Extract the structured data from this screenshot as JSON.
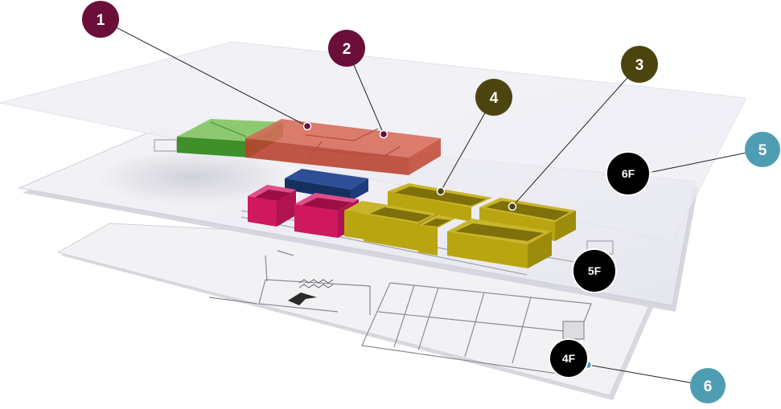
{
  "floors": {
    "upper": "6F",
    "middle": "5F",
    "lower": "4F"
  },
  "callouts": {
    "c1": "1",
    "c2": "2",
    "c3": "3",
    "c4": "4",
    "c5": "5",
    "c6": "6"
  },
  "colors": {
    "callout_maroon": "#6b0f3a",
    "callout_olive": "#4d4510",
    "callout_teal": "#4f9db3",
    "zone_green": "#5a9e3c",
    "zone_red": "#c8523f",
    "zone_navy": "#1e3a7a",
    "zone_magenta": "#d0185e",
    "zone_olive": "#b9a510"
  }
}
